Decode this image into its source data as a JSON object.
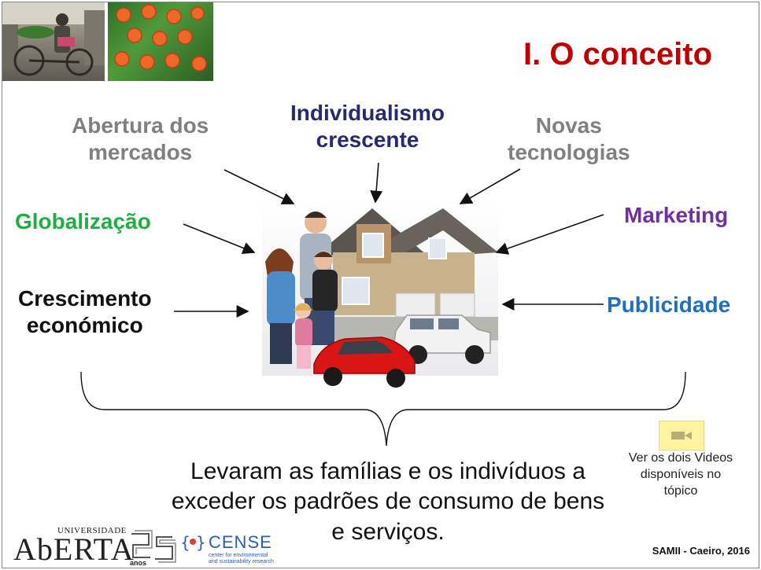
{
  "title": "I. O conceito",
  "factors": {
    "abertura": [
      "Abertura dos",
      "mercados"
    ],
    "individualismo": [
      "Individualismo",
      "crescente"
    ],
    "novas": [
      "Novas",
      "tecnologias"
    ],
    "globalizacao": "Globalização",
    "marketing": "Marketing",
    "crescimento": [
      "Crescimento",
      "económico"
    ],
    "publicidade": "Publicidade"
  },
  "conclusion": [
    "Levaram as famílias e os indivíduos a",
    "exceder os padrões de consumo de bens",
    "e serviços."
  ],
  "video_note": [
    "Ver  os dois Videos",
    "disponíveis no",
    "tópico"
  ],
  "footer": "SAMII - Caeiro, 2016",
  "logos": {
    "universidade": "UNIVERSIDADE",
    "aberta": "AbERTA",
    "anos": "anos",
    "cense": "CENSE",
    "cense_sub": [
      "center for environmental",
      "and sustainability research"
    ]
  },
  "colors": {
    "title": "#c00000",
    "gray": "#808080",
    "navy": "#262a6e",
    "green": "#1fae45",
    "purple": "#7030a0",
    "blue": "#1f6fbf",
    "video_button": "#fff2a0"
  },
  "icons": {
    "video": "video-camera-icon"
  }
}
